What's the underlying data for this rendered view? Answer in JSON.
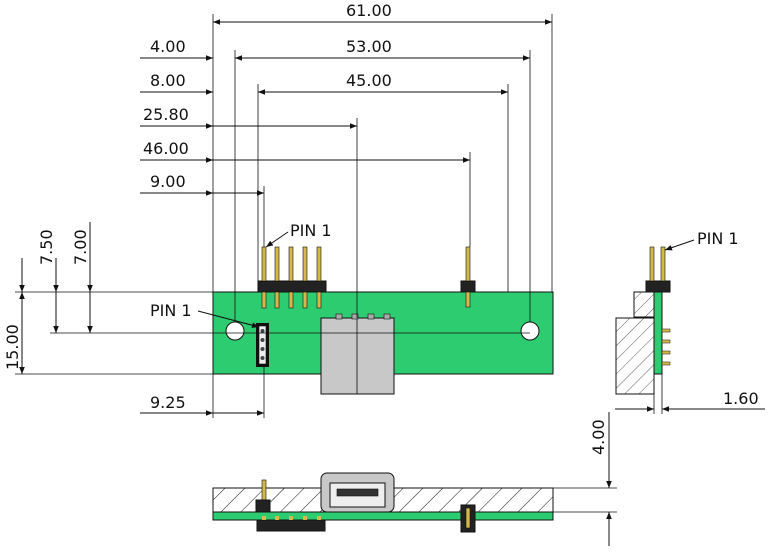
{
  "colors": {
    "pcb": "#2ecc71",
    "line": "#111111",
    "connector": "#c8c8c8",
    "pin": "#d4b84a"
  },
  "dimensions": {
    "d61": "61.00",
    "d4": "4.00",
    "d53": "53.00",
    "d8": "8.00",
    "d45": "45.00",
    "d25_8": "25.80",
    "d46": "46.00",
    "d9": "9.00",
    "d7_5": "7.50",
    "d7": "7.00",
    "d15": "15.00",
    "d9_25": "9.25",
    "d1_6": "1.60",
    "d4_vert": "4.00"
  },
  "labels": {
    "pin1_top": "PIN 1",
    "pin1_left": "PIN 1",
    "pin1_side": "PIN 1"
  }
}
